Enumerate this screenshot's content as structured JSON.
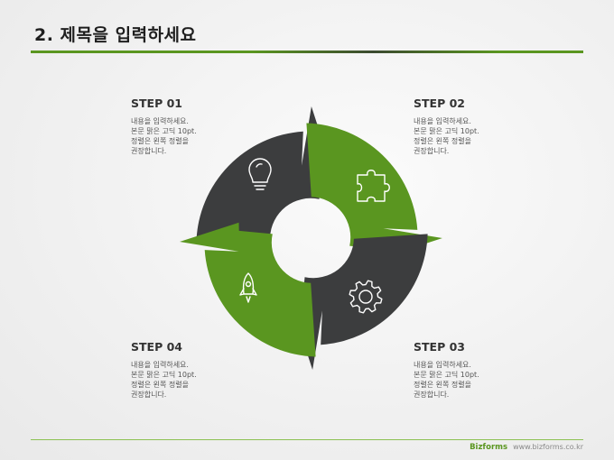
{
  "header": {
    "title": "2. 제목을 입력하세요"
  },
  "steps": [
    {
      "title": "STEP 01",
      "text": "내용을 입력하세요.\n본문 맑은 고딕 10pt.\n정렬은 왼쪽 정렬을\n권장합니다."
    },
    {
      "title": "STEP 02",
      "text": "내용을 입력하세요.\n본문 맑은 고딕 10pt.\n정렬은 왼쪽 정렬을\n권장합니다."
    },
    {
      "title": "STEP 03",
      "text": "내용을 입력하세요.\n본문 맑은 고딕 10pt.\n정렬은 왼쪽 정렬을\n권장합니다."
    },
    {
      "title": "STEP 04",
      "text": "내용을 입력하세요.\n본문 맑은 고딕 10pt.\n정렬은 왼쪽 정렬을\n권장합니다."
    }
  ],
  "diagram": {
    "colors": {
      "dark": "#3c3d3e",
      "green": "#5a9620",
      "icon_stroke": "#ffffff"
    },
    "icons": [
      "lightbulb-icon",
      "puzzle-icon",
      "gear-icon",
      "rocket-icon"
    ]
  },
  "footer": {
    "brand": "Bizforms",
    "url": "www.bizforms.co.kr"
  }
}
